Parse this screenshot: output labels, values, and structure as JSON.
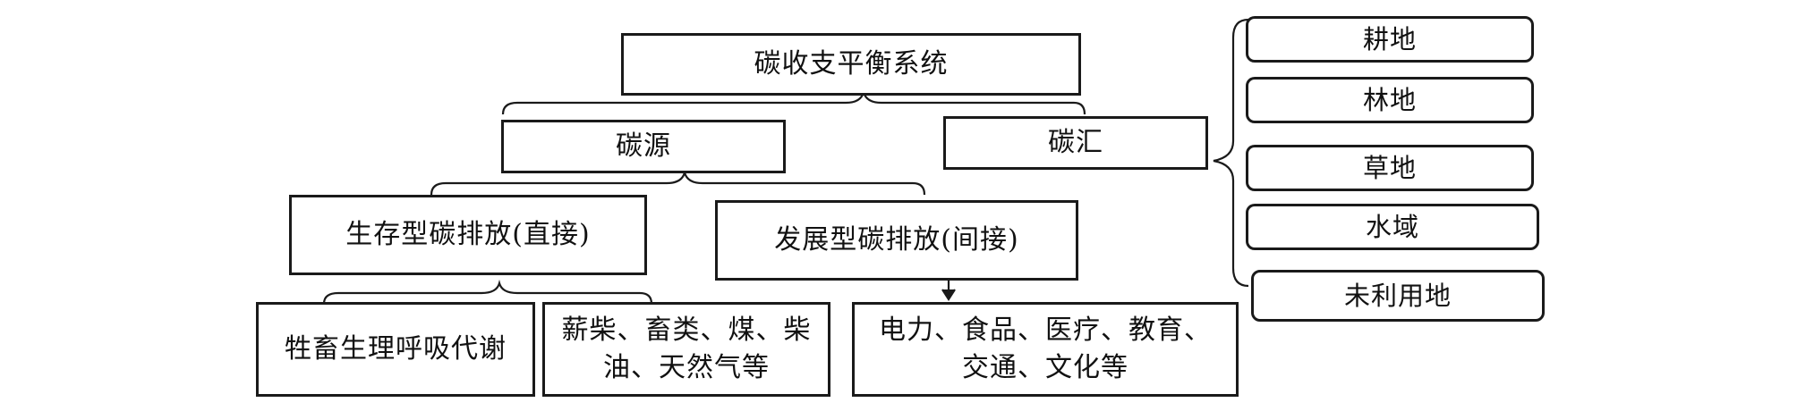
{
  "root": {
    "label": "碳收支平衡系统"
  },
  "source": {
    "label": "碳源",
    "children": [
      {
        "label": "生存型碳排放(直接)",
        "children": [
          "牲畜生理呼吸代谢",
          "薪柴、畜类、煤、柴油、天然气等"
        ]
      },
      {
        "label": "发展型碳排放(间接)",
        "children": [
          "电力、食品、医疗、教育、交通、文化等"
        ]
      }
    ]
  },
  "sink": {
    "label": "碳汇",
    "items": [
      "耕地",
      "林地",
      "草地",
      "水域",
      "未利用地"
    ]
  }
}
